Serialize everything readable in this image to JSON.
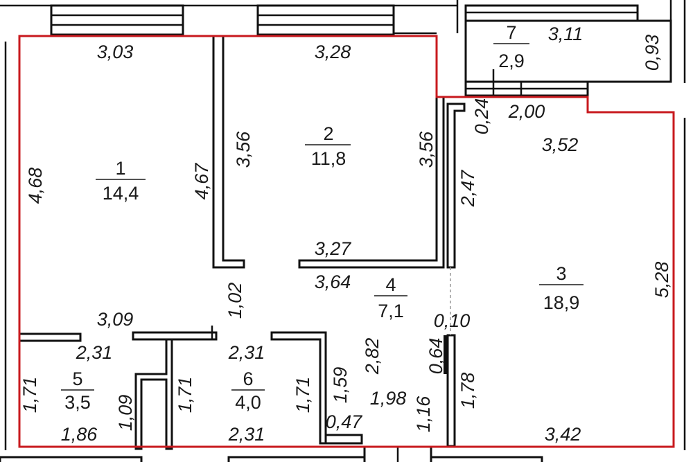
{
  "rooms": [
    {
      "number": "1",
      "area": "14,4"
    },
    {
      "number": "2",
      "area": "11,8"
    },
    {
      "number": "3",
      "area": "18,9"
    },
    {
      "number": "4",
      "area": "7,1"
    },
    {
      "number": "5",
      "area": "3,5"
    },
    {
      "number": "6",
      "area": "4,0"
    },
    {
      "number": "7",
      "area": "2,9"
    }
  ],
  "dimensions": {
    "room1_top": "3,03",
    "room1_left": "4,68",
    "room1_right": "4,67",
    "room2_top": "3,28",
    "room2_left": "3,56",
    "room2_right": "3,56",
    "room2_bottom": "3,27",
    "room4_top": "3,64",
    "room4_wall_opening": "1,02",
    "balcony_width": "3,11",
    "balcony_depth": "0,93",
    "balcony_door_wall": "0,24",
    "balcony_door": "2,00",
    "room3_top": "3,52",
    "room3_left_upper": "2,47",
    "room3_right": "5,28",
    "room3_bottom": "3,42",
    "room3_left_lower": "1,78",
    "partition_thin": "0,10",
    "partition_short": "0,64",
    "room5_top": "3,09",
    "room5_inner_top": "2,31",
    "room5_left": "1,71",
    "room5_right": "1,09",
    "room5_bottom": "1,86",
    "room6_top": "2,31",
    "room6_left": "1,71",
    "room6_right": "1,71",
    "room6_bottom": "2,31",
    "hall_depth": "2,82",
    "hall_inner": "1,59",
    "hall_bottom": "1,98",
    "hall_niche": "0,47",
    "hall_door": "1,16"
  }
}
